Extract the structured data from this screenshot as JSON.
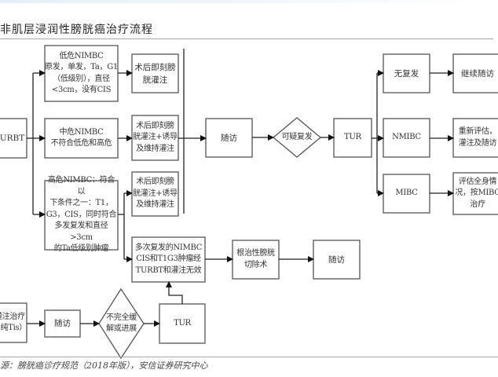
{
  "header": {
    "title": "非肌层浸润性膀胱癌治疗流程"
  },
  "footer": {
    "source": "源：膀胱癌诊疗规范（2018年版），安信证券研究中心"
  },
  "nodes": {
    "turbt": "TURBT",
    "low_risk": "低危NIMBC\n原发，单发，Ta，G1\n（低级别），直径\n<3cm，没有CIS",
    "mid_risk": "中危NIMBC\n不符合低危和高危",
    "high_risk": "高危NIMBC：符合以\n下条件之一：T1，\nG3，CIS，同时符合\n多发复发和直径>3cm\n的Ta低级别肿瘤",
    "instill_low": "术后即刻膀\n胱灌注",
    "instill_mid": "术后即刻膀\n胱灌注+诱导\n及维持灌注",
    "instill_high": "术后即刻膀\n胱灌注+诱导\n及维持灌注",
    "follow_up_1": "随访",
    "suspect_recur": "可疑复发",
    "tur_1": "TUR",
    "no_recur": "无复发",
    "nmibc": "NMIBC",
    "mibc": "MIBC",
    "continue_follow": "继续随访",
    "reassess": "重新评估，\n灌注及随访",
    "assess_mibc": "评估全身情\n况，按MIBC\n治疗",
    "multi_recur": "多次复发的NIMBC\nCIS和T1G3肿瘤经\nTURBT和灌注无效",
    "radical_cystectomy": "根治性膀胱\n切除术",
    "follow_up_2": "随访",
    "instill_tis": "灌注治疗\n（纯Tis）",
    "follow_up_3": "随访",
    "incomplete_remission": "不完全缓\n解或进展",
    "tur_2": "TUR"
  }
}
